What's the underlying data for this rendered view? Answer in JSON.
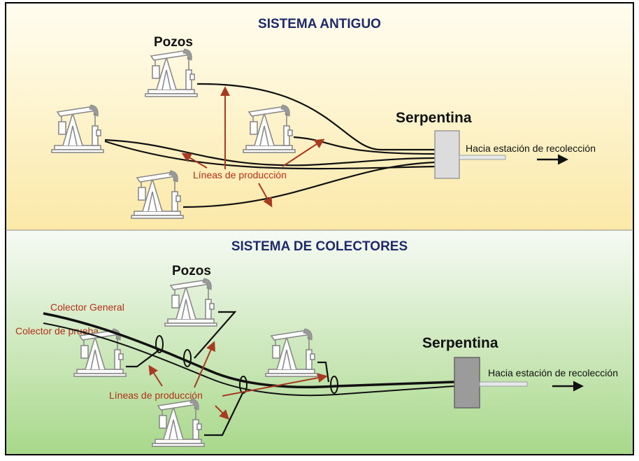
{
  "top_panel": {
    "title": "SISTEMA ANTIGUO",
    "wells_label": "Pozos",
    "manifold_label": "Serpentina",
    "destination_label": "Hacia estación de recolección",
    "production_lines_label": "Líneas de producción"
  },
  "bottom_panel": {
    "title": "SISTEMA DE COLECTORES",
    "wells_label": "Pozos",
    "manifold_label": "Serpentina",
    "destination_label": "Hacia estación de recolección",
    "production_lines_label": "Líneas de producción",
    "general_collector_label": "Colector General",
    "test_collector_label": "Colector de prueba"
  },
  "colors": {
    "title": "#1f2a6b",
    "annotation": "#b3301a",
    "top_bg_light": "#fffdf0",
    "top_bg_dark": "#fbe9a8",
    "bottom_bg_light": "#f6faf4",
    "bottom_bg_dark": "#a8d88a"
  }
}
